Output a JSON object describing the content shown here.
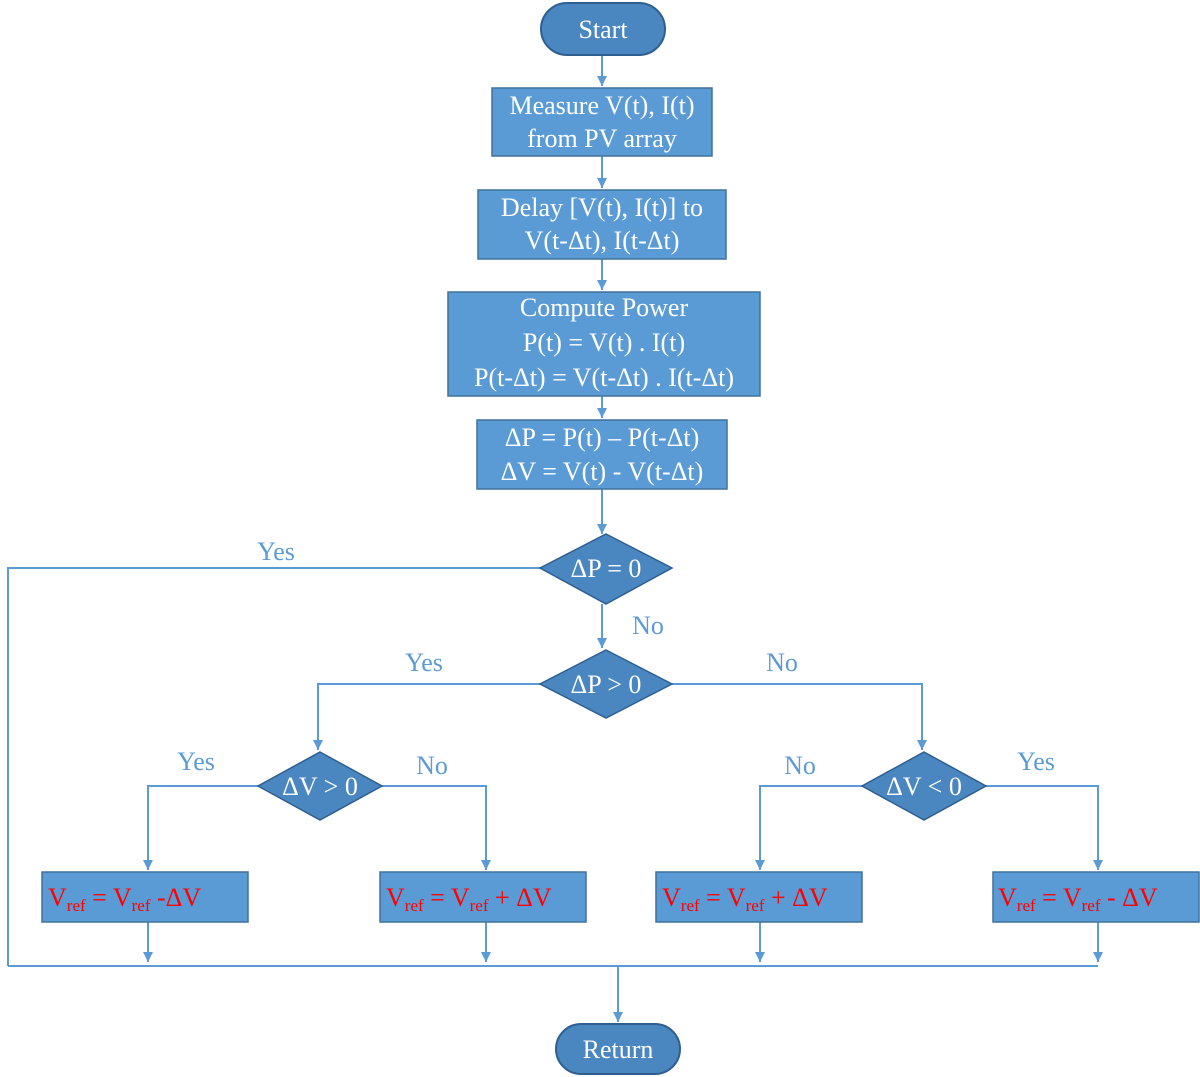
{
  "diagram": {
    "nodes": {
      "start": "Start",
      "measure": [
        "Measure V(t), I(t)",
        "from PV array"
      ],
      "delay": [
        "Delay [V(t), I(t)] to",
        "V(t-Δt), I(t-Δt)"
      ],
      "compute": [
        "Compute Power",
        "P(t) = V(t) . I(t)",
        "P(t-Δt) = V(t-Δt) . I(t-Δt)"
      ],
      "deltas": [
        "ΔP = P(t) – P(t-Δt)",
        "ΔV = V(t) - V(t-Δt)"
      ],
      "dp_zero": "ΔP = 0",
      "dp_pos": "ΔP > 0",
      "dv_pos": "ΔV > 0",
      "dv_neg": "ΔV <  0",
      "vref_1": {
        "v": "V",
        "sub": "ref",
        "eq": " = V",
        "sub2": "ref",
        "tail": " -ΔV"
      },
      "vref_2": {
        "v": "V",
        "sub": "ref",
        "eq": " = V",
        "sub2": "ref",
        "tail": " + ΔV"
      },
      "vref_3": {
        "v": "V",
        "sub": "ref",
        "eq": " = V",
        "sub2": "ref",
        "tail": " + ΔV"
      },
      "vref_4": {
        "v": "V",
        "sub": "ref",
        "eq": " = V",
        "sub2": "ref",
        "tail": " - ΔV"
      },
      "return": "Return"
    },
    "edge_labels": {
      "dp_zero_yes": "Yes",
      "dp_zero_no": "No",
      "dp_pos_yes": "Yes",
      "dp_pos_no": "No",
      "dv_pos_yes": "Yes",
      "dv_pos_no": "No",
      "dv_neg_no": "No",
      "dv_neg_yes": "Yes"
    },
    "colors": {
      "process_fill": "#5b9bd5",
      "decision_fill": "#4a86c0",
      "connector": "#5b9bd5",
      "highlight_text": "#ff0000"
    }
  }
}
